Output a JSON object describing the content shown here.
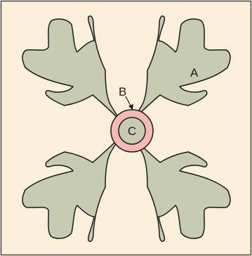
{
  "labels": {
    "a": "A",
    "b": "B",
    "c": "C"
  },
  "colors": {
    "background": "#fcefd9",
    "frame": "#444444",
    "lobe_fill": "#c6cbb2",
    "lobe_stroke": "#1a1a1a",
    "ring_fill": "#f3b9b5",
    "center_fill": "#c6cbb2"
  }
}
